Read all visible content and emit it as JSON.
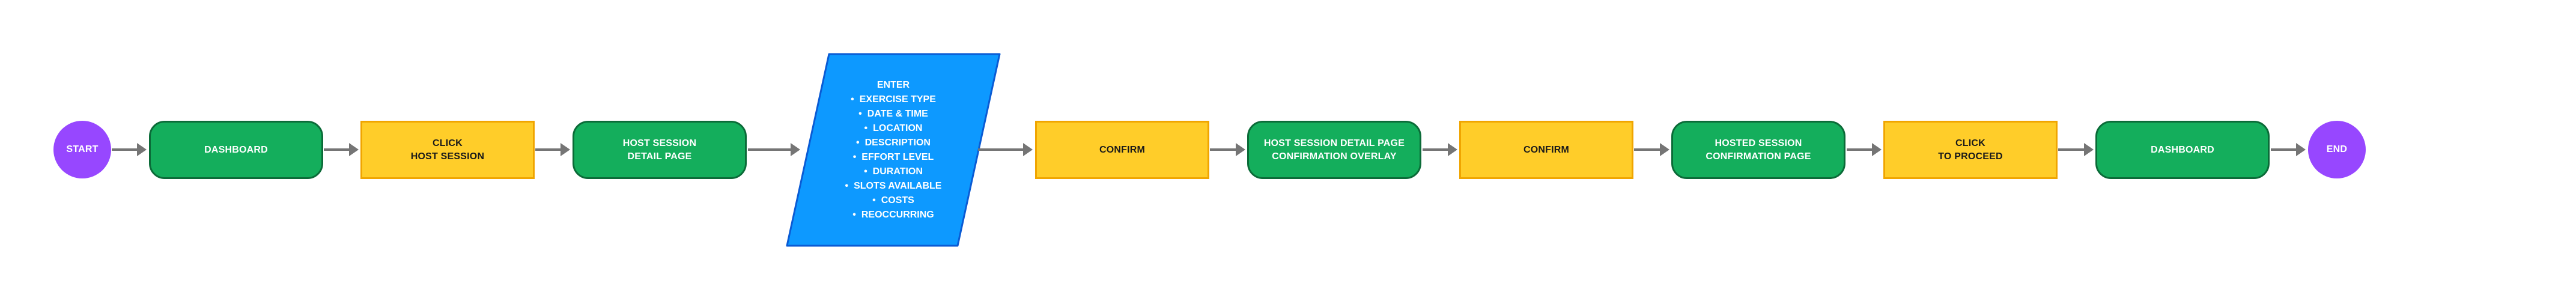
{
  "flow": {
    "start": "START",
    "end": "END",
    "dashboard_1": "DASHBOARD",
    "click_host_session": [
      "CLICK",
      "HOST SESSION"
    ],
    "host_session_detail": [
      "HOST SESSION",
      "DETAIL PAGE"
    ],
    "enter_block": {
      "heading": "ENTER",
      "fields": [
        "EXERCISE TYPE",
        "DATE & TIME",
        "LOCATION",
        "DESCRIPTION",
        "EFFORT LEVEL",
        "DURATION",
        "SLOTS AVAILABLE",
        "COSTS",
        "REOCCURRING"
      ]
    },
    "confirm_1": "CONFIRM",
    "confirmation_overlay": [
      "HOST SESSION DETAIL PAGE",
      "CONFIRMATION OVERLAY"
    ],
    "confirm_2": "CONFIRM",
    "hosted_confirmation": [
      "HOSTED SESSION",
      "CONFIRMATION PAGE"
    ],
    "click_proceed": [
      "CLICK",
      "TO PROCEED"
    ],
    "dashboard_2": "DASHBOARD"
  },
  "colors": {
    "terminal": "#9747ff",
    "screen": "#14ae5c",
    "screen_border": "#0b6b38",
    "action": "#ffcd29",
    "action_border": "#f0a500",
    "input": "#0d99ff",
    "input_border": "#0a5bd4",
    "connector": "#757575"
  }
}
